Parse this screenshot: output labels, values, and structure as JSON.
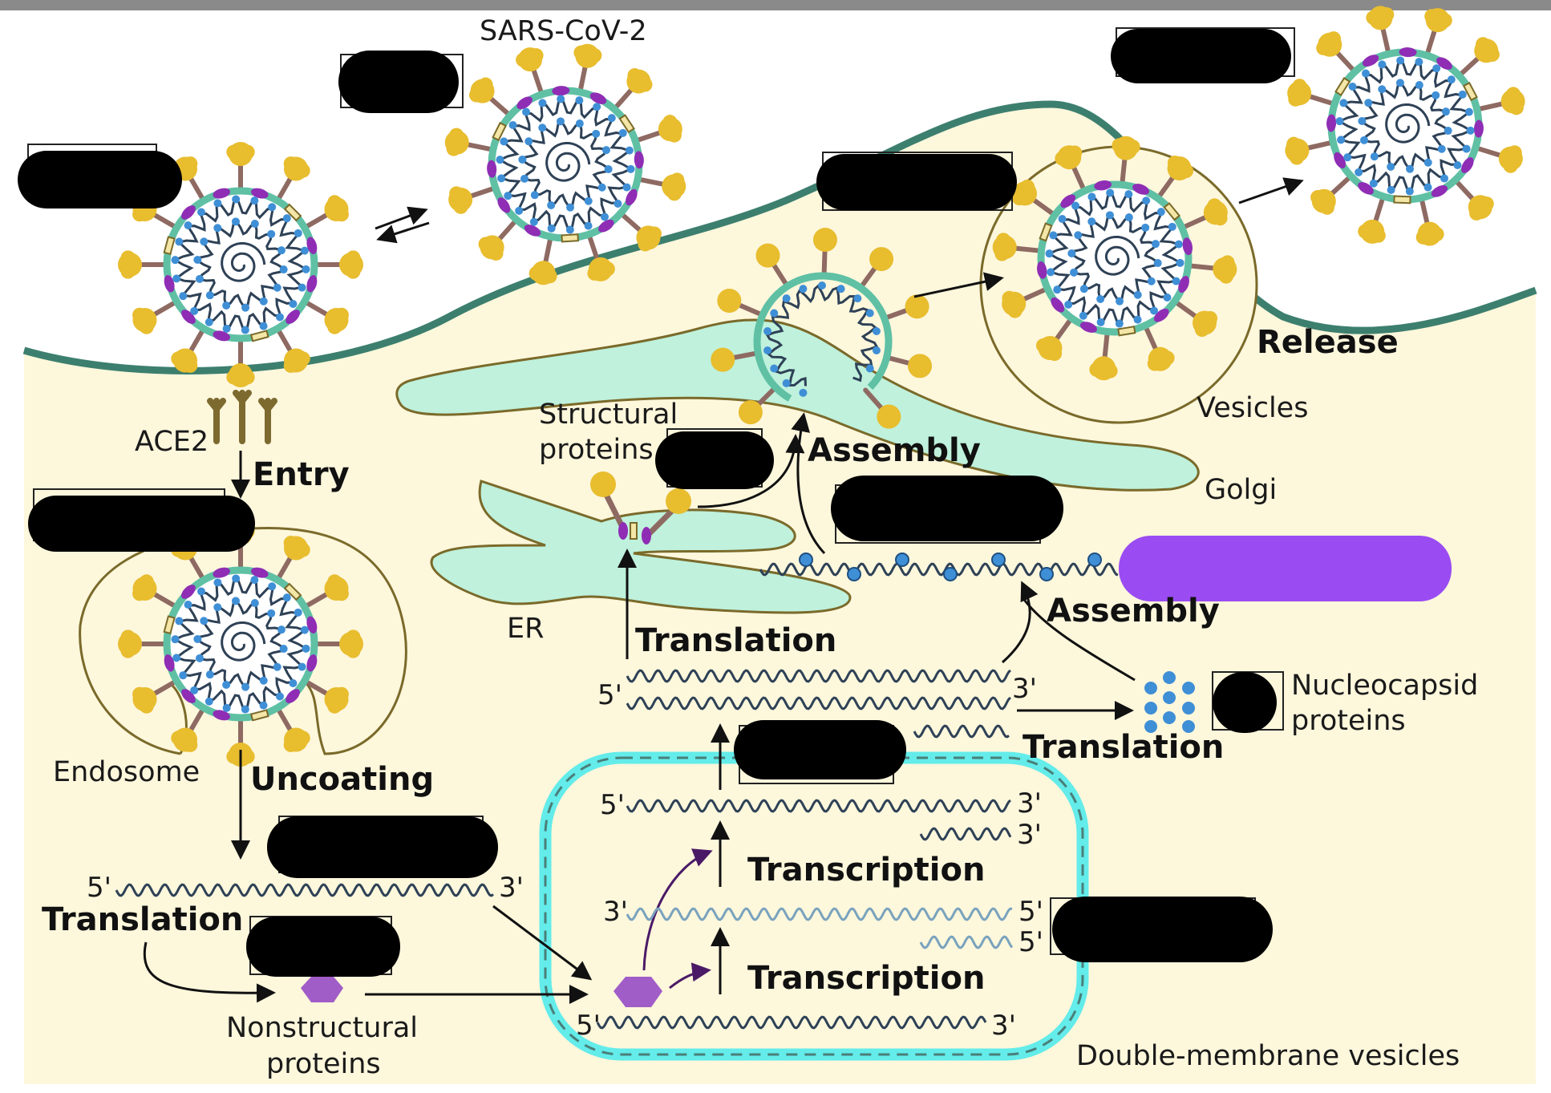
{
  "labels": {
    "virus_name": "SARS-CoV-2",
    "ace2": "ACE2",
    "entry": "Entry",
    "endosome": "Endosome",
    "uncoating": "Uncoating",
    "translation": "Translation",
    "nonstructural_line1": "Nonstructural",
    "nonstructural_line2": "proteins",
    "structural_line1": "Structural",
    "structural_line2": "proteins",
    "er": "ER",
    "assembly": "Assembly",
    "golgi": "Golgi",
    "vesicles": "Vesicles",
    "release": "Release",
    "transcription": "Transcription",
    "nucleocapsid_line1": "Nucleocapsid",
    "nucleocapsid_line2": "proteins",
    "dmv": "Double-membrane vesicles",
    "five_prime": "5'",
    "three_prime": "3'"
  },
  "colors": {
    "cytoplasm": "#fdf7dc",
    "membrane": "#3d7f6e",
    "envelope": "#5fc0a4",
    "spike_head": "#e8bd2e",
    "spike_stalk": "#8e6a62",
    "m_protein": "#8f2db5",
    "e_protein": "#f3e6a6",
    "nucleocapsid": "#3f8fd6",
    "rna": "#2e4156",
    "er_golgi": "#bff1dc",
    "dmv_border": "#63ecea",
    "nsp": "#a15dc7",
    "purple_bar": "#9a4cf2",
    "redaction": "#000000"
  }
}
